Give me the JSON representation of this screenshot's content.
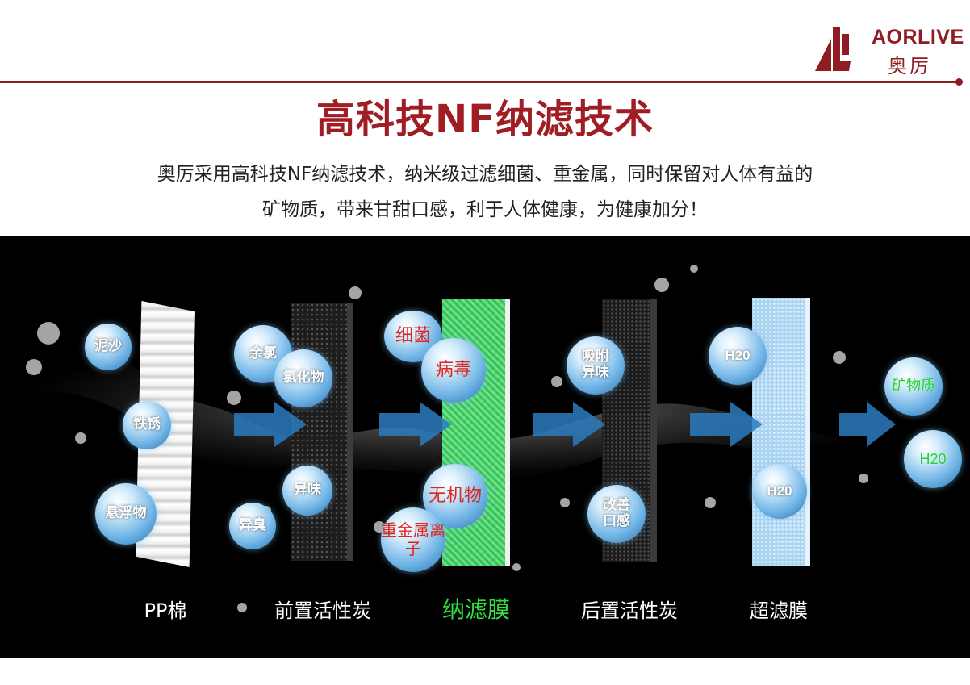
{
  "brand": {
    "name_en": "AORLIVE",
    "name_cn": "奥厉"
  },
  "title": "高科技NF纳滤技术",
  "description": {
    "line1": "奥厉采用高科技NF纳滤技术，纳米级过滤细菌、重金属，同时保留对人体有益的",
    "line2": "矿物质，带来甘甜口感，利于人体健康，为健康加分！"
  },
  "stages": [
    {
      "label": "PP棉",
      "bubbles": [
        "泥沙",
        "铁锈",
        "悬浮物"
      ]
    },
    {
      "label": "前置活性炭",
      "bubbles": [
        "余氯",
        "氯化物",
        "异味",
        "异臭"
      ]
    },
    {
      "label": "纳滤膜",
      "bubbles": [
        "细菌",
        "病毒",
        "无机物",
        "重金属离子"
      ]
    },
    {
      "label": "后置活性炭",
      "bubbles": [
        "吸附异味",
        "改善口感"
      ]
    },
    {
      "label": "超滤膜",
      "bubbles": [
        "H20",
        "H20"
      ]
    }
  ],
  "outputs": [
    "矿物质",
    "H20"
  ],
  "colors": {
    "brand_red": "#a01d24",
    "nf_green": "#2fe03e",
    "scene_bg": "#000000"
  }
}
